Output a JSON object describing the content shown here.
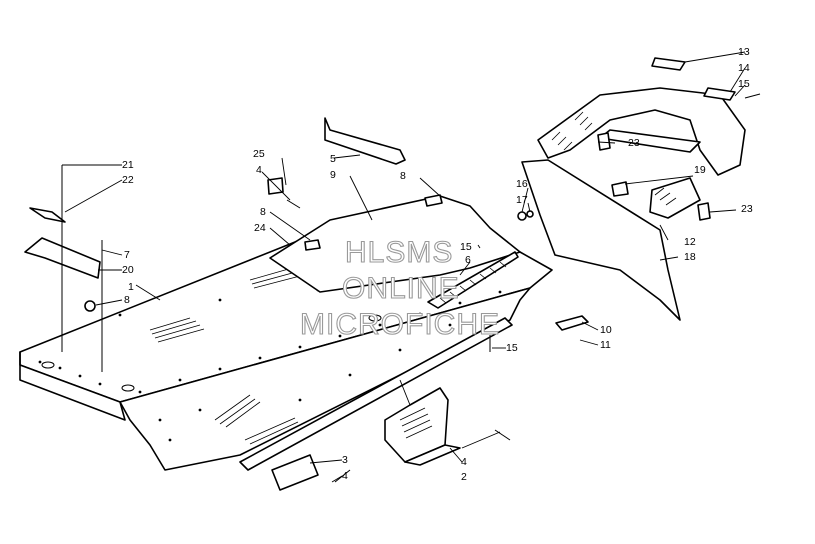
{
  "diagram": {
    "type": "exploded-parts-diagram",
    "callouts": [
      {
        "id": "c1",
        "label": "1"
      },
      {
        "id": "c2",
        "label": "2"
      },
      {
        "id": "c3",
        "label": "3"
      },
      {
        "id": "c4a",
        "label": "4"
      },
      {
        "id": "c4b",
        "label": "4"
      },
      {
        "id": "c4c",
        "label": "4"
      },
      {
        "id": "c5",
        "label": "5"
      },
      {
        "id": "c6",
        "label": "6"
      },
      {
        "id": "c7",
        "label": "7"
      },
      {
        "id": "c8a",
        "label": "8"
      },
      {
        "id": "c8b",
        "label": "8"
      },
      {
        "id": "c8c",
        "label": "8"
      },
      {
        "id": "c9",
        "label": "9"
      },
      {
        "id": "c10",
        "label": "10"
      },
      {
        "id": "c11",
        "label": "11"
      },
      {
        "id": "c12",
        "label": "12"
      },
      {
        "id": "c13",
        "label": "13"
      },
      {
        "id": "c14",
        "label": "14"
      },
      {
        "id": "c15a",
        "label": "15"
      },
      {
        "id": "c15b",
        "label": "15"
      },
      {
        "id": "c15c",
        "label": "15"
      },
      {
        "id": "c16",
        "label": "16"
      },
      {
        "id": "c17",
        "label": "17"
      },
      {
        "id": "c18",
        "label": "18"
      },
      {
        "id": "c19",
        "label": "19"
      },
      {
        "id": "c20",
        "label": "20"
      },
      {
        "id": "c21",
        "label": "21"
      },
      {
        "id": "c22",
        "label": "22"
      },
      {
        "id": "c23a",
        "label": "23"
      },
      {
        "id": "c23b",
        "label": "23"
      },
      {
        "id": "c24",
        "label": "24"
      },
      {
        "id": "c25",
        "label": "25"
      }
    ]
  },
  "watermark": {
    "line1": "HLSMS",
    "line2": "ONLINE",
    "line3": "MICROFICHE"
  }
}
